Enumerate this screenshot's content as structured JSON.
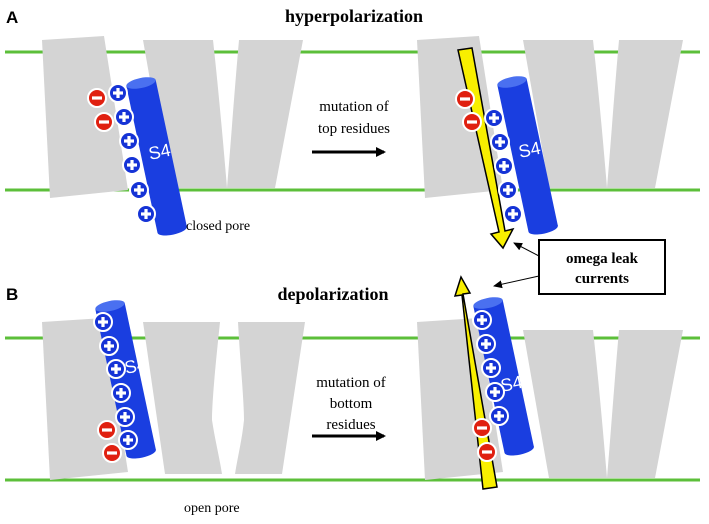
{
  "panels": {
    "a": {
      "letter": "A",
      "title": "hyperpolarization",
      "arrow_text_1": "mutation of",
      "arrow_text_2": "top residues",
      "pore_label": "closed pore"
    },
    "b": {
      "letter": "B",
      "title": "depolarization",
      "arrow_text_1": "mutation of",
      "arrow_text_2": "bottom",
      "arrow_text_3": "residues",
      "pore_label": "open pore"
    }
  },
  "s4_label": "S4",
  "callout": {
    "line1": "omega leak",
    "line2": "currents"
  },
  "symbols": {
    "plus": "+",
    "minus": "−"
  },
  "colors": {
    "membrane": "#5cbf3a",
    "protein": "#d4d4d4",
    "s4": "#1a3ee0",
    "s4_top": "#4a70f0",
    "positive": "#1533d6",
    "negative": "#e02010",
    "leak_arrow": "#f8ef00"
  }
}
